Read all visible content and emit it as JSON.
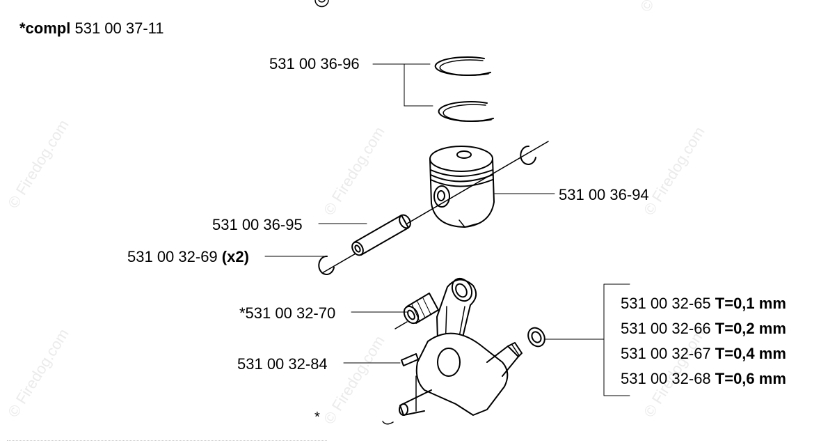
{
  "header": {
    "title_bold": "*compl",
    "title_rest": " 531 00 37-11",
    "copyright_symbol": "©"
  },
  "watermarks": [
    "© Firedog.com",
    "© Firedog.com",
    "© Firedog.com",
    "© Firedog.com",
    "© Firedog.com",
    "© Firedog.com",
    "© Firedog.com"
  ],
  "parts": {
    "rings": {
      "number": "531 00 36-96"
    },
    "piston": {
      "number": "531 00 36-94"
    },
    "pin": {
      "number": "531 00 36-95"
    },
    "circlip": {
      "number": "531 00 32-69 ",
      "qty": "(x2)"
    },
    "needle_bearing": {
      "number": "*531 00 32-70"
    },
    "key": {
      "number": "531 00 32-84"
    },
    "shims": [
      {
        "number": "531 00 32-65 ",
        "thickness": "T=0,1 mm"
      },
      {
        "number": "531 00 32-66 ",
        "thickness": "T=0,2 mm"
      },
      {
        "number": "531 00 32-67 ",
        "thickness": "T=0,4 mm"
      },
      {
        "number": "531 00 32-68 ",
        "thickness": "T=0,6 mm"
      }
    ]
  },
  "footnote": "*",
  "colors": {
    "line": "#000000",
    "watermark": "#ebebeb",
    "background": "#ffffff"
  }
}
